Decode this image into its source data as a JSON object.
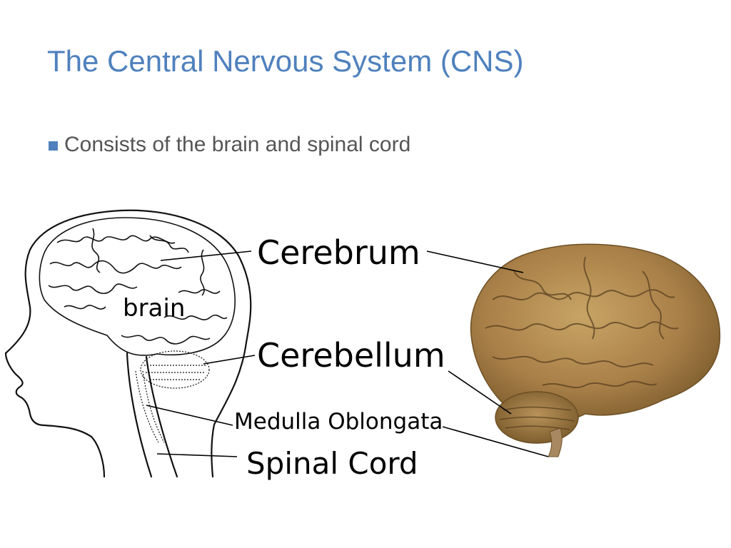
{
  "slide": {
    "title": "The Central Nervous System (CNS)",
    "bullets": [
      {
        "text": "Consists of the brain and spinal cord"
      }
    ]
  },
  "figure": {
    "labels": {
      "brain": "brain",
      "cerebrum": "Cerebrum",
      "cerebellum": "Cerebellum",
      "medulla": "Medulla Oblongata",
      "spinal_cord": "Spinal Cord"
    }
  },
  "colors": {
    "title": "#4f81bd",
    "bullet_marker": "#4f81bd",
    "body_text": "#555555",
    "brain_photo": "#b08a4e"
  }
}
